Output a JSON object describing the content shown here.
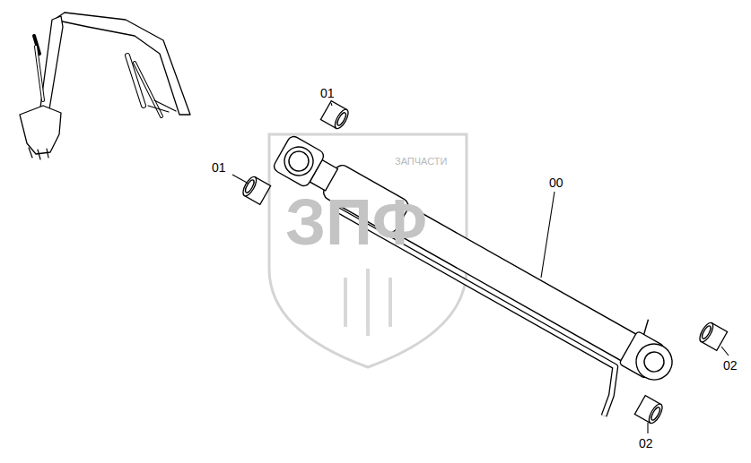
{
  "diagram": {
    "labels": [
      "01",
      "01",
      "00",
      "02",
      "02",
      "ЗПФ",
      "ЗАПЧАСТИ"
    ]
  }
}
